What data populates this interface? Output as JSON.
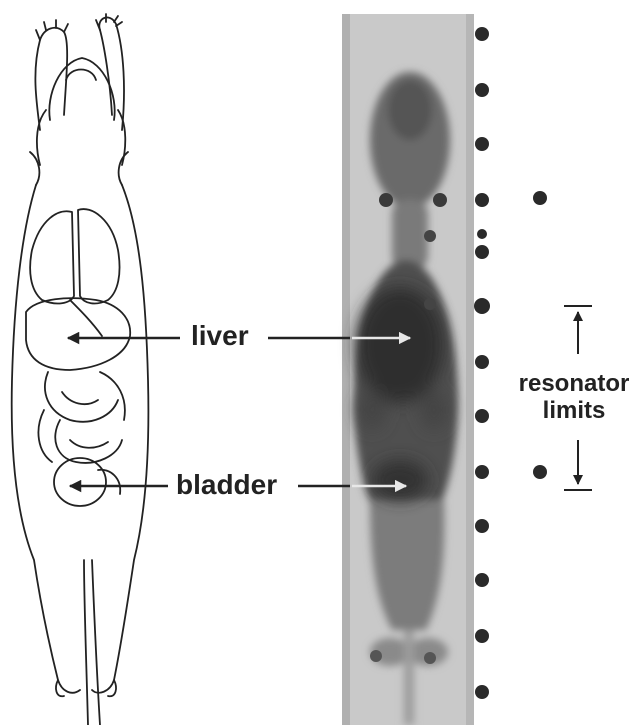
{
  "labels": {
    "liver": "liver",
    "bladder": "bladder",
    "resonator_line1": "resonator",
    "resonator_line2": "limits"
  },
  "colors": {
    "ink": "#222222",
    "xray_background": "#c9c9c9",
    "xray_body": "#5a5a5a",
    "xray_dark": "#2e2e2e",
    "marker_dots": "#2a2a2a"
  }
}
